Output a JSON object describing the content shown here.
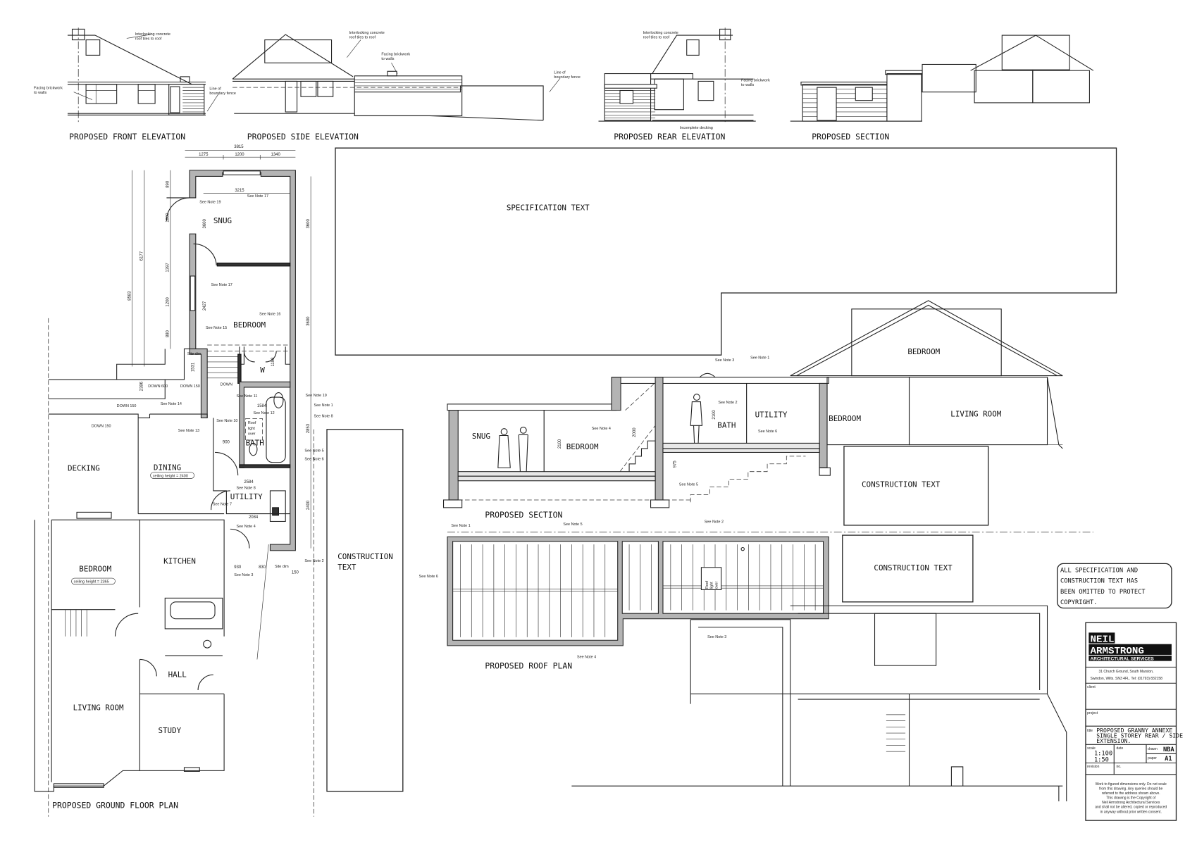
{
  "drawing_titles": {
    "front_elevation": "PROPOSED FRONT ELEVATION",
    "side_elevation": "PROPOSED SIDE ELEVATION",
    "rear_elevation": "PROPOSED REAR ELEVATION",
    "section_elevation": "PROPOSED SECTION",
    "ground_floor_plan": "PROPOSED GROUND FLOOR PLAN",
    "section": "PROPOSED SECTION",
    "roof_plan": "PROPOSED ROOF PLAN"
  },
  "elevation_notes": {
    "front": {
      "roof_1": "Interlocking concrete",
      "roof_2": "roof tiles to roof",
      "brick_1": "Facing brickwork",
      "brick_2": "to walls",
      "fence_1": "Line of",
      "fence_2": "boundary fence"
    },
    "side": {
      "roof_1": "Interlocking concrete",
      "roof_2": "roof tiles to roof",
      "brick_1": "Facing brickwork",
      "brick_2": "to walls",
      "fence_1": "Line of",
      "fence_2": "boundary fence"
    },
    "rear": {
      "roof_1": "Interlocking concrete",
      "roof_2": "roof tiles to roof",
      "brick_1": "Facing brickwork",
      "brick_2": "to walls",
      "decking": "Incomplete decking"
    }
  },
  "placeholders": {
    "specification": "SPECIFICATION TEXT",
    "construction_1": "CONSTRUCTION",
    "construction_1b": "TEXT",
    "construction_2": "CONSTRUCTION TEXT",
    "construction_3": "CONSTRUCTION TEXT"
  },
  "copyright_note": [
    "ALL SPECIFICATION AND",
    "CONSTRUCTION TEXT HAS",
    "BEEN OMITTED TO PROTECT",
    "COPYRIGHT."
  ],
  "floor_plan": {
    "rooms": {
      "snug": "SNUG",
      "bedroom": "BEDROOM",
      "wardrobe": "W",
      "bath": "BATH",
      "utility": "UTILITY",
      "dining": "DINING",
      "dining_ceiling": "ceiling height = 2400",
      "decking": "DECKING",
      "bedroom_existing": "BEDROOM",
      "bedroom_ceiling": "ceiling height = 2365",
      "kitchen": "KITCHEN",
      "hall": "HALL",
      "living_room": "LIVING ROOM",
      "study": "STUDY"
    },
    "dimensions": {
      "overall_width": "3815",
      "w1": "1275",
      "w2": "1200",
      "w3": "1340",
      "inner_width": "3215",
      "d_6177": "6177",
      "d_8583": "8583",
      "d_3600a": "3600",
      "d_3600b": "3600",
      "d_3600c": "3600",
      "d_2427": "2427",
      "d_1397": "1397",
      "d_1200": "1200",
      "d_1800": "1800",
      "d_890": "890",
      "d_880": "880",
      "d_1158": "1158",
      "d_1531": "1531",
      "d_2386": "2386",
      "d_2584": "2584",
      "d_2084": "2084",
      "d_900": "900",
      "d_2400": "2400",
      "d_2853": "2853",
      "d_930": "930",
      "d_830": "830",
      "d_150": "150",
      "d_1584": "1584"
    },
    "labels": {
      "site_dim_1": "Site dim",
      "site_dim_2": "Site dim",
      "down": "DOWN",
      "down_600": "DOWN 600",
      "down_150a": "DOWN 150",
      "down_150b": "DOWN 150",
      "down_150c": "DOWN 150",
      "roof_light_1": "Roof",
      "roof_light_2": "light",
      "roof_light_3": "over"
    },
    "notes": {
      "n19a": "See Note 19",
      "n17a": "See Note 17",
      "n17b": "See Note 17",
      "n16": "See Note 16",
      "n15": "See Note 15",
      "n11": "See Note 11",
      "n12": "See Note 12",
      "n10": "See Note 10",
      "n14": "See Note 14",
      "n13": "See Note 13",
      "n19b": "See Note 19",
      "n1": "See Note 1",
      "n8a": "See Note 8",
      "n5": "See Note 5",
      "n6": "See Note 6",
      "n8b": "See Note 8",
      "n7": "See Note 7",
      "n4": "See Note 4",
      "n3": "See Note 3",
      "n2": "See Note 2"
    }
  },
  "section": {
    "rooms": {
      "snug": "SNUG",
      "bedroom": "BEDROOM",
      "bath": "BATH",
      "utility": "UTILITY",
      "bedroom_existing": "BEDROOM",
      "living_room": "LIVING ROOM",
      "bedroom_upper": "BEDROOM"
    },
    "notes": {
      "n3": "See Note 3",
      "n1": "See Note 1",
      "n2": "See Note 2",
      "n4": "See Note 4",
      "n6": "See Note 6",
      "n5": "See Note 5"
    },
    "dimensions": {
      "h1": "2100",
      "h2": "2000",
      "h3": "2100",
      "step": "975"
    }
  },
  "roof_plan": {
    "notes": {
      "n1": "See Note 1",
      "n5": "See Note 5",
      "n2": "See Note 2",
      "n6": "See Note 6",
      "n4": "See Note 4",
      "n3": "See Note 3"
    },
    "roof_light": [
      "Roof",
      "light",
      "over"
    ]
  },
  "title_block": {
    "logo_line1": "NEIL",
    "logo_line2": "ARMSTRONG",
    "logo_line3": "ARCHITECTURAL SERVICES",
    "address_1": "31 Church Ground, South Marston,",
    "address_2": "Swindon, Wilts. SN3 4FL. Tel: (01793) 832158",
    "client_label": "client",
    "project_label": "project",
    "title_label": "title",
    "title_1": "PROPOSED GRANNY ANNEXE",
    "title_2": "SINGLE STOREY REAR / SIDE",
    "title_3": "EXTENSION.",
    "scale_label": "scale",
    "scale_1": "1:100",
    "scale_2": "1:50",
    "date_label": "date",
    "drawn_label": "drawn",
    "drawn_value": "NBA",
    "paper_label": "paper",
    "paper_value": "A1",
    "revision_label": "revision",
    "no_label": "no.",
    "disclaimer": [
      "Work to figured dimensions only. Do not scale",
      "from this drawing. Any queries should be",
      "referred to the address shown above.",
      "This drawing is the Copyright of",
      "Neil Armstrong Architectural Services",
      "and shall not be altered, copied or reproduced",
      "in anyway without prior written consent."
    ]
  }
}
